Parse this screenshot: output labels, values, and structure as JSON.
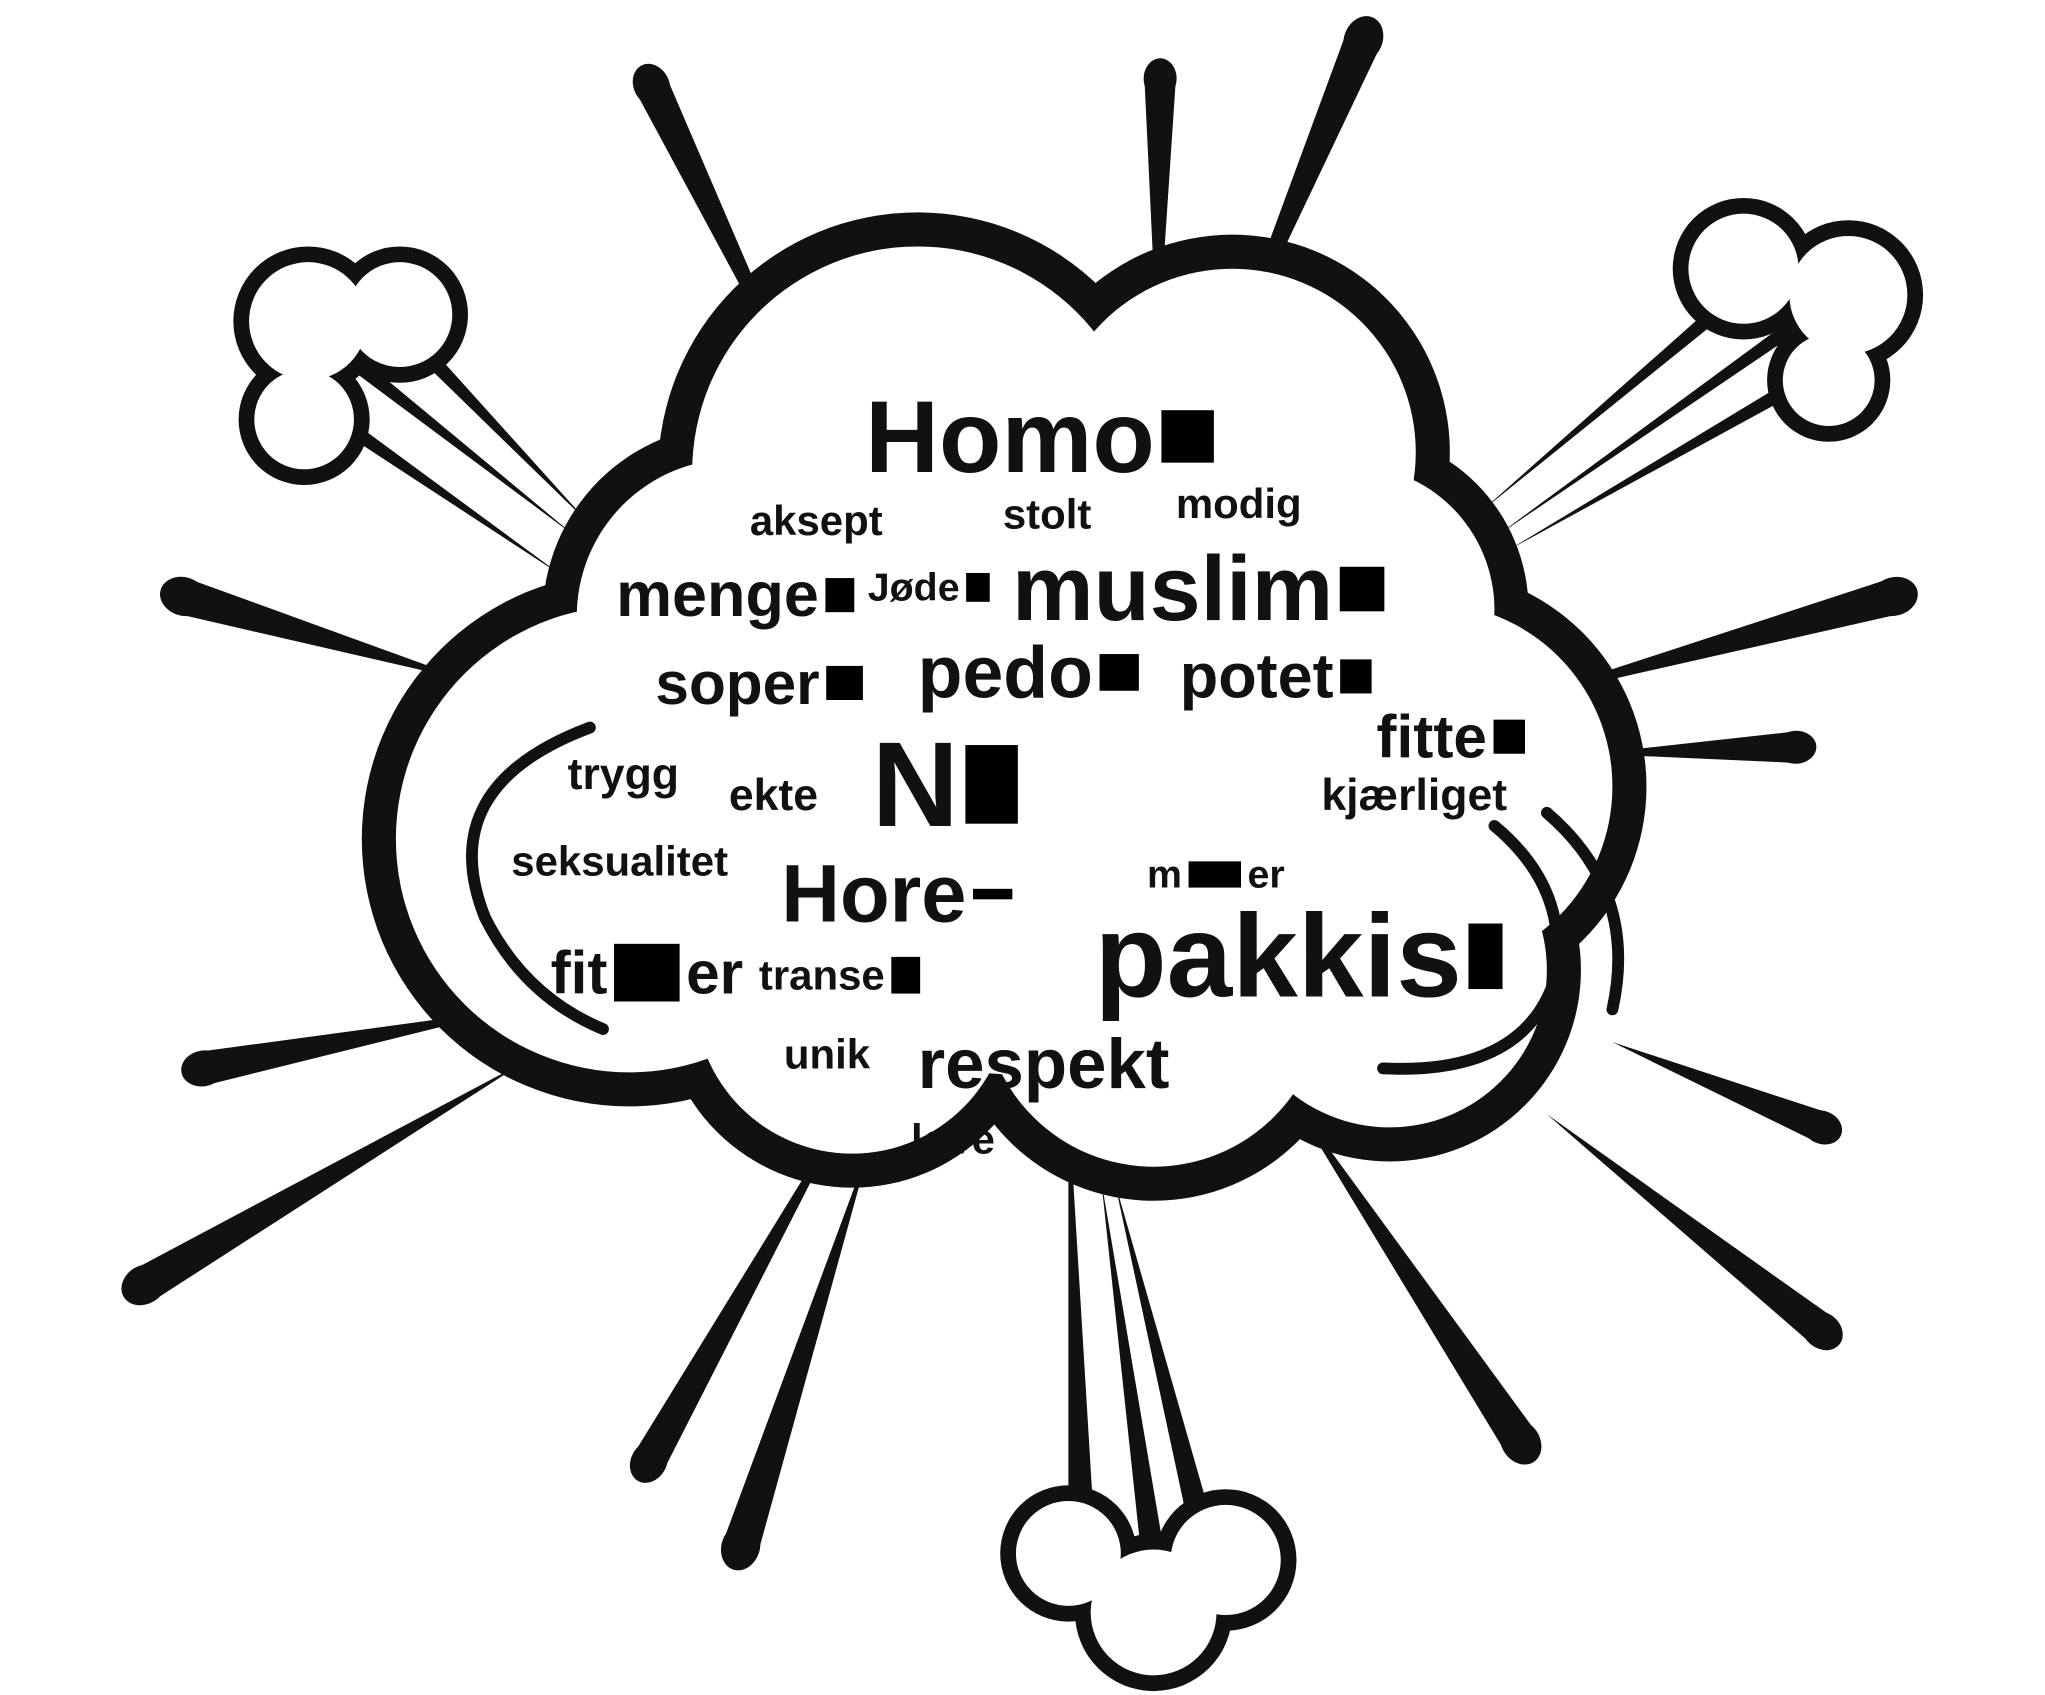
{
  "colors": {
    "ink": "#111111",
    "background": "#ffffff",
    "redaction": "#000000"
  },
  "words": {
    "homo": "Homo",
    "aksept": "aksept",
    "stolt": "stolt",
    "modig": "modig",
    "menge": "menge",
    "jode": "Jøde",
    "muslim": "muslim",
    "soper": "soper",
    "pedo": "pedo",
    "potet": "potet",
    "fitte": "fitte",
    "n_word": "N",
    "trygg": "trygg",
    "ekte": "ekte",
    "kjaerliget": "kjærliget",
    "seksualitet": "seksualitet",
    "hore": "Hore",
    "m_er_start": "m",
    "m_er_end": "er",
    "fit_er_start": "fit",
    "fit_er_end": "er",
    "transe": "transe",
    "pakkis": "pakkis",
    "unik": "unik",
    "respekt": "respekt",
    "love": "love"
  }
}
